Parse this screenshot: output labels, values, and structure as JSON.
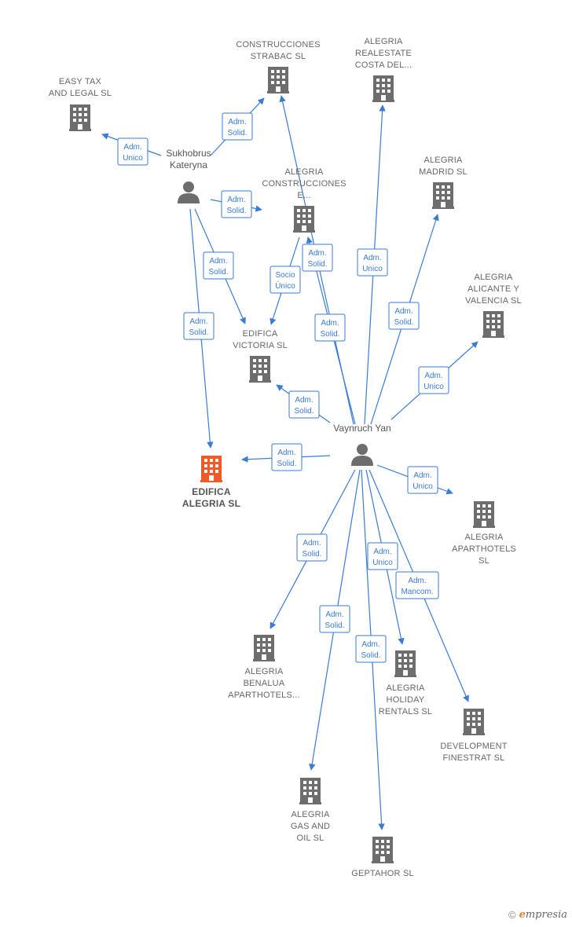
{
  "colors": {
    "edge": "#3a7bd5",
    "building": "#6d6d6d",
    "highlight": "#f05a28",
    "person": "#6d6d6d"
  },
  "persons": [
    {
      "id": "sukhobrus",
      "label": [
        "Sukhobrus",
        "Kateryna"
      ]
    },
    {
      "id": "vaynruch",
      "label": [
        "Vaynruch Yan"
      ]
    }
  ],
  "companies": [
    {
      "id": "easytax",
      "label": [
        "EASY TAX",
        "AND LEGAL  SL"
      ]
    },
    {
      "id": "strabac",
      "label": [
        "CONSTRUCCIONES",
        "STRABAC  SL"
      ]
    },
    {
      "id": "realestate",
      "label": [
        "ALEGRIA",
        "REALESTATE",
        "COSTA DEL..."
      ]
    },
    {
      "id": "construcciones",
      "label": [
        "ALEGRIA",
        "CONSTRUCCIONES",
        "E..."
      ]
    },
    {
      "id": "madrid",
      "label": [
        "ALEGRIA",
        "MADRID  SL"
      ]
    },
    {
      "id": "alicante",
      "label": [
        "ALEGRIA",
        "ALICANTE Y",
        "VALENCIA  SL"
      ]
    },
    {
      "id": "victoria",
      "label": [
        "EDIFICA",
        "VICTORIA  SL"
      ]
    },
    {
      "id": "edifica_alegria",
      "label": [
        "EDIFICA",
        "ALEGRIA  SL"
      ],
      "highlight": true
    },
    {
      "id": "aparthotels",
      "label": [
        "ALEGRIA",
        "APARTHOTELS",
        "SL"
      ]
    },
    {
      "id": "benalua",
      "label": [
        "ALEGRIA",
        "BENALUA",
        "APARTHOTELS..."
      ]
    },
    {
      "id": "holiday",
      "label": [
        "ALEGRIA",
        "HOLIDAY",
        "RENTALS  SL"
      ]
    },
    {
      "id": "finestrat",
      "label": [
        "DEVELOPMENT",
        "FINESTRAT  SL"
      ]
    },
    {
      "id": "gasoil",
      "label": [
        "ALEGRIA",
        "GAS AND",
        "OIL  SL"
      ]
    },
    {
      "id": "geptahor",
      "label": [
        "GEPTAHOR SL"
      ]
    }
  ],
  "edges": [
    {
      "from": "sukhobrus",
      "to": "easytax",
      "label": [
        "Adm.",
        "Unico"
      ]
    },
    {
      "from": "sukhobrus",
      "to": "strabac",
      "label": [
        "Adm.",
        "Solid."
      ]
    },
    {
      "from": "sukhobrus",
      "to": "construcciones",
      "label": [
        "Adm.",
        "Solid."
      ]
    },
    {
      "from": "sukhobrus",
      "to": "victoria",
      "label": [
        "Adm.",
        "Solid."
      ]
    },
    {
      "from": "sukhobrus",
      "to": "edifica_alegria",
      "label": [
        "Adm.",
        "Solid."
      ]
    },
    {
      "from": "construcciones",
      "to": "victoria",
      "label": [
        "Socio",
        "Único"
      ]
    },
    {
      "from": "vaynruch",
      "to": "strabac",
      "label": [
        "Adm.",
        "Solid."
      ]
    },
    {
      "from": "vaynruch",
      "to": "construcciones",
      "label": [
        "Adm.",
        "Solid."
      ]
    },
    {
      "from": "vaynruch",
      "to": "realestate",
      "label": [
        "Adm.",
        "Unico"
      ]
    },
    {
      "from": "vaynruch",
      "to": "madrid",
      "label": [
        "Adm.",
        "Solid."
      ]
    },
    {
      "from": "vaynruch",
      "to": "alicante",
      "label": [
        "Adm.",
        "Unico"
      ]
    },
    {
      "from": "vaynruch",
      "to": "victoria",
      "label": [
        "Adm.",
        "Solid."
      ]
    },
    {
      "from": "vaynruch",
      "to": "edifica_alegria",
      "label": [
        "Adm.",
        "Solid."
      ]
    },
    {
      "from": "vaynruch",
      "to": "aparthotels",
      "label": [
        "Adm.",
        "Unico"
      ]
    },
    {
      "from": "vaynruch",
      "to": "benalua",
      "label": [
        "Adm.",
        "Solid."
      ]
    },
    {
      "from": "vaynruch",
      "to": "holiday",
      "label": [
        "Adm.",
        "Unico"
      ]
    },
    {
      "from": "vaynruch",
      "to": "finestrat",
      "label": [
        "Adm.",
        "Mancom."
      ]
    },
    {
      "from": "vaynruch",
      "to": "gasoil",
      "label": [
        "Adm.",
        "Solid."
      ]
    },
    {
      "from": "vaynruch",
      "to": "geptahor",
      "label": [
        "Adm.",
        "Solid."
      ]
    }
  ],
  "footer": {
    "copyright": "©",
    "brand_initial": "e",
    "brand_rest": "mpresia"
  }
}
